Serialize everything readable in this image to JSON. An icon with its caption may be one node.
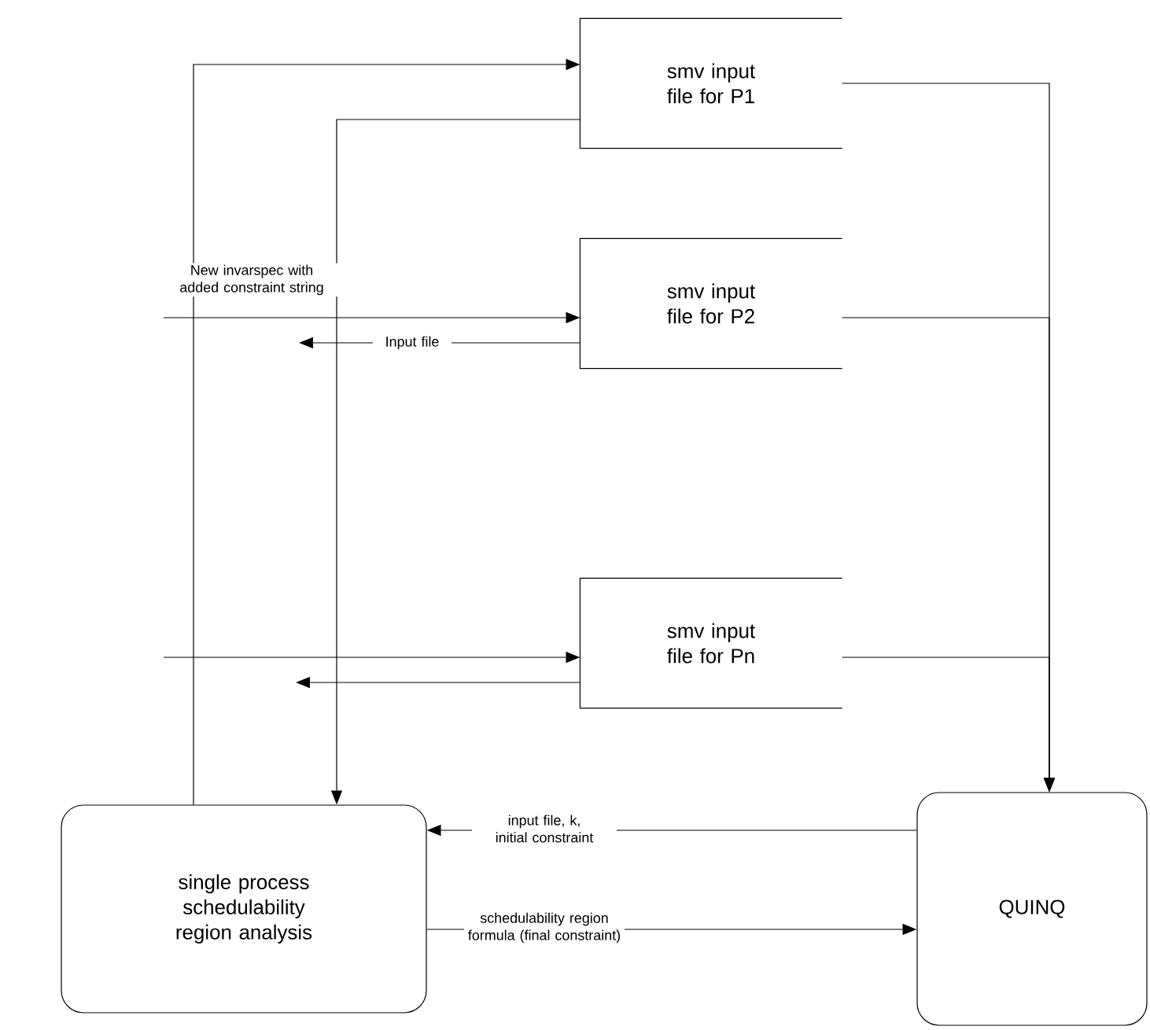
{
  "diagram": {
    "nodes": [
      {
        "text": [
          "smv input file for P1"
        ]
      },
      {
        "text": [
          "smv input file for P2"
        ]
      },
      {
        "text": [
          "smv input file for Pn"
        ]
      },
      {
        "text": [
          "single process schedulability region analysis"
        ]
      },
      {
        "text": [
          "QUINQ"
        ]
      }
    ],
    "edges": [
      {
        "from": 3,
        "to": 0,
        "arrow": "to",
        "label": "New invarspec with added constraint string"
      },
      {
        "from": 0,
        "to": 3,
        "arrow": "to"
      },
      {
        "from": null,
        "to": 1,
        "arrow": "to"
      },
      {
        "from": 1,
        "to": null,
        "arrow": "to",
        "label": "Input file"
      },
      {
        "from": null,
        "to": 2,
        "arrow": "to"
      },
      {
        "from": 2,
        "to": null,
        "arrow": "to"
      },
      {
        "from": 0,
        "to": 4,
        "arrow": "to"
      },
      {
        "from": 1,
        "to": 4,
        "arrow": "to"
      },
      {
        "from": 2,
        "to": 4,
        "arrow": "to"
      },
      {
        "from": 4,
        "to": 3,
        "arrow": "to",
        "label": "input file, k, initial constraint"
      },
      {
        "from": 3,
        "to": 4,
        "arrow": "to",
        "label": "schedulability region formula (final constraint)"
      }
    ]
  }
}
